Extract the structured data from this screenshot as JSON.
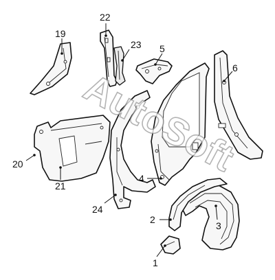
{
  "diagram": {
    "watermark": "AutoSoft",
    "callouts": [
      {
        "id": "1",
        "label": "1"
      },
      {
        "id": "2",
        "label": "2"
      },
      {
        "id": "3",
        "label": "3"
      },
      {
        "id": "4",
        "label": "4"
      },
      {
        "id": "5",
        "label": "5"
      },
      {
        "id": "6",
        "label": "6"
      },
      {
        "id": "19",
        "label": "19"
      },
      {
        "id": "20",
        "label": "20"
      },
      {
        "id": "21",
        "label": "21"
      },
      {
        "id": "22",
        "label": "22"
      },
      {
        "id": "23",
        "label": "23"
      },
      {
        "id": "24",
        "label": "24"
      }
    ]
  }
}
